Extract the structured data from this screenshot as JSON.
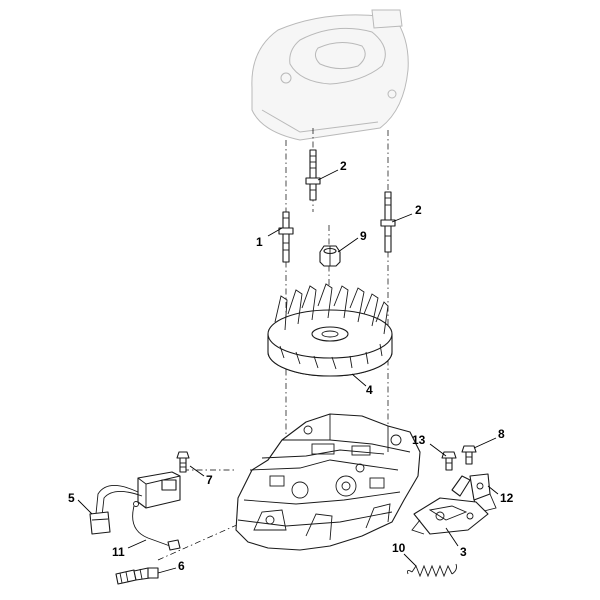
{
  "diagram": {
    "callouts": [
      {
        "id": "c1",
        "label": "1"
      },
      {
        "id": "c2a",
        "label": "2"
      },
      {
        "id": "c2b",
        "label": "2"
      },
      {
        "id": "c9",
        "label": "9"
      },
      {
        "id": "c4",
        "label": "4"
      },
      {
        "id": "c13",
        "label": "13"
      },
      {
        "id": "c8",
        "label": "8"
      },
      {
        "id": "c7",
        "label": "7"
      },
      {
        "id": "c12",
        "label": "12"
      },
      {
        "id": "c5",
        "label": "5"
      },
      {
        "id": "c3",
        "label": "3"
      },
      {
        "id": "c11",
        "label": "11"
      },
      {
        "id": "c10",
        "label": "10"
      },
      {
        "id": "c6",
        "label": "6"
      }
    ],
    "colors": {
      "line": "#1a1a1a",
      "ghost_line": "#b9b9b9",
      "background": "#ffffff"
    }
  }
}
